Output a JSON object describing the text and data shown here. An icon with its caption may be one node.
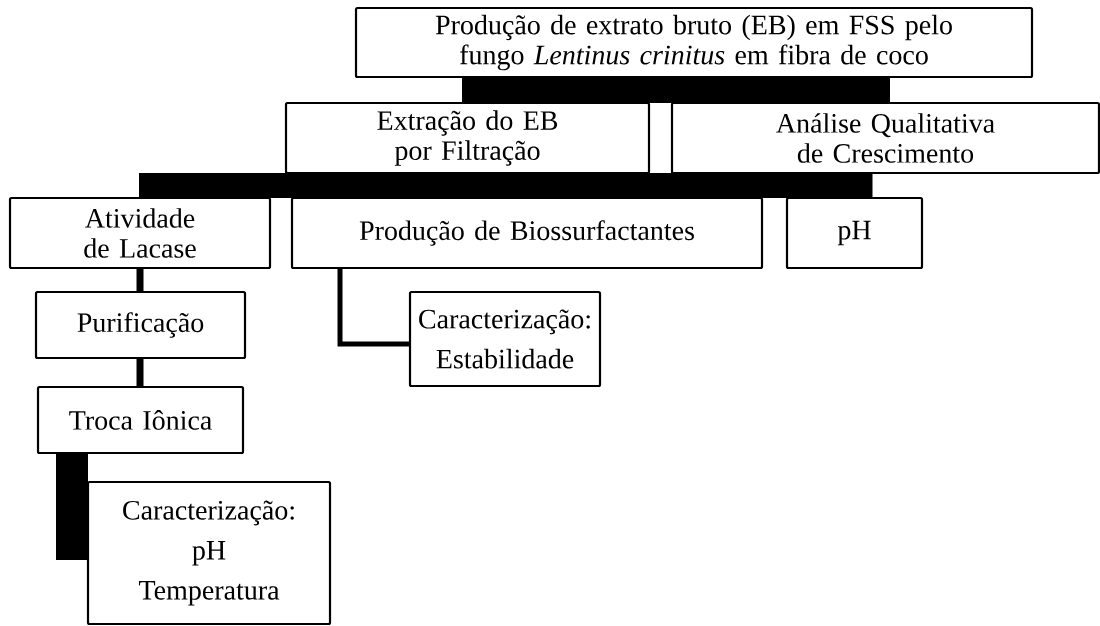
{
  "diagram": {
    "nodes": [
      {
        "text": [
          "Produção de extrato bruto (EB) em FSS pelo fungo *Lentinus crinitus* em fibra de coco"
        ]
      },
      {
        "text": [
          "Extração do EB por Filtração"
        ]
      },
      {
        "text": [
          "Análise Qualitativa de Crescimento"
        ]
      },
      {
        "text": [
          "Atividade de Lacase"
        ]
      },
      {
        "text": [
          "Produção de Biossurfactantes"
        ]
      },
      {
        "text": [
          "pH"
        ]
      },
      {
        "text": [
          "Purificação"
        ]
      },
      {
        "text": [
          "Caracterização: Estabilidade"
        ]
      },
      {
        "text": [
          "Troca Iônica"
        ]
      },
      {
        "text": [
          "Caracterização:",
          "pH",
          "Temperatura"
        ]
      }
    ],
    "edges": [
      {
        "from": 0,
        "to": 1,
        "arrow": "none",
        "style": "thick"
      },
      {
        "from": 0,
        "to": 2,
        "arrow": "none",
        "style": "thick"
      },
      {
        "from": 1,
        "to": 3,
        "arrow": "none",
        "style": "thick"
      },
      {
        "from": 1,
        "to": 4,
        "arrow": "none",
        "style": "thick"
      },
      {
        "from": 1,
        "to": 5,
        "arrow": "none"
      },
      {
        "from": 3,
        "to": 6,
        "arrow": "none"
      },
      {
        "from": 4,
        "to": 7,
        "arrow": "none"
      },
      {
        "from": 6,
        "to": 8,
        "arrow": "none"
      },
      {
        "from": 8,
        "to": 9,
        "arrow": "none"
      }
    ]
  }
}
